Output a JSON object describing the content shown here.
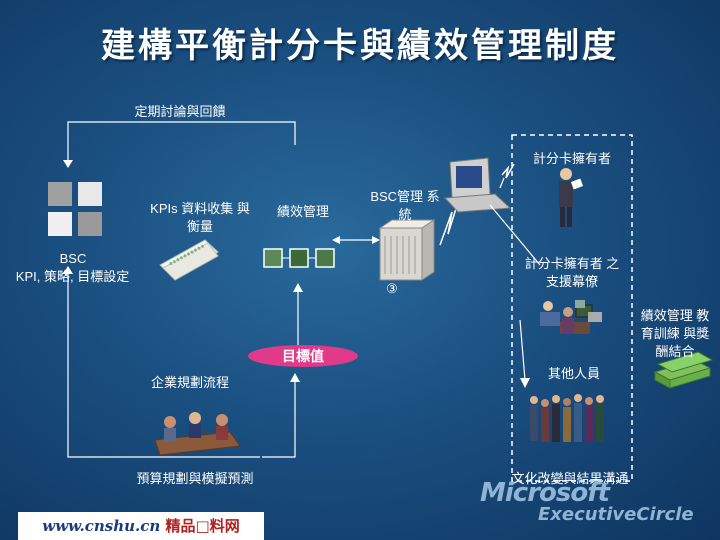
{
  "title": "建構平衡計分卡與績效管理制度",
  "labels": {
    "review": "定期討論與回饋",
    "scorecard_owner": "計分卡擁有者",
    "kpi_collect": "KPIs 資料收集 與衡量",
    "perf_mgmt": "績效管理",
    "bsc_system": "BSC管理 系統",
    "bsc_setting_1": "BSC",
    "bsc_setting_2": "KPI, 策略, 目標設定",
    "owner_staff": "計分卡擁有者 之支援幕僚",
    "circled3": "③",
    "incentive": "績效管理 教育訓練 與獎酬結合",
    "target": "目標值",
    "planning": "企業規劃流程",
    "others": "其他人員",
    "budget": "預算規劃與模擬預測",
    "culture": "文化改變與結果溝通"
  },
  "footer": {
    "url": "www.cnshu.cn",
    "text": "精品□料网"
  },
  "brand": {
    "line1": "Microsoft",
    "line2": "ExecutiveCircle"
  }
}
